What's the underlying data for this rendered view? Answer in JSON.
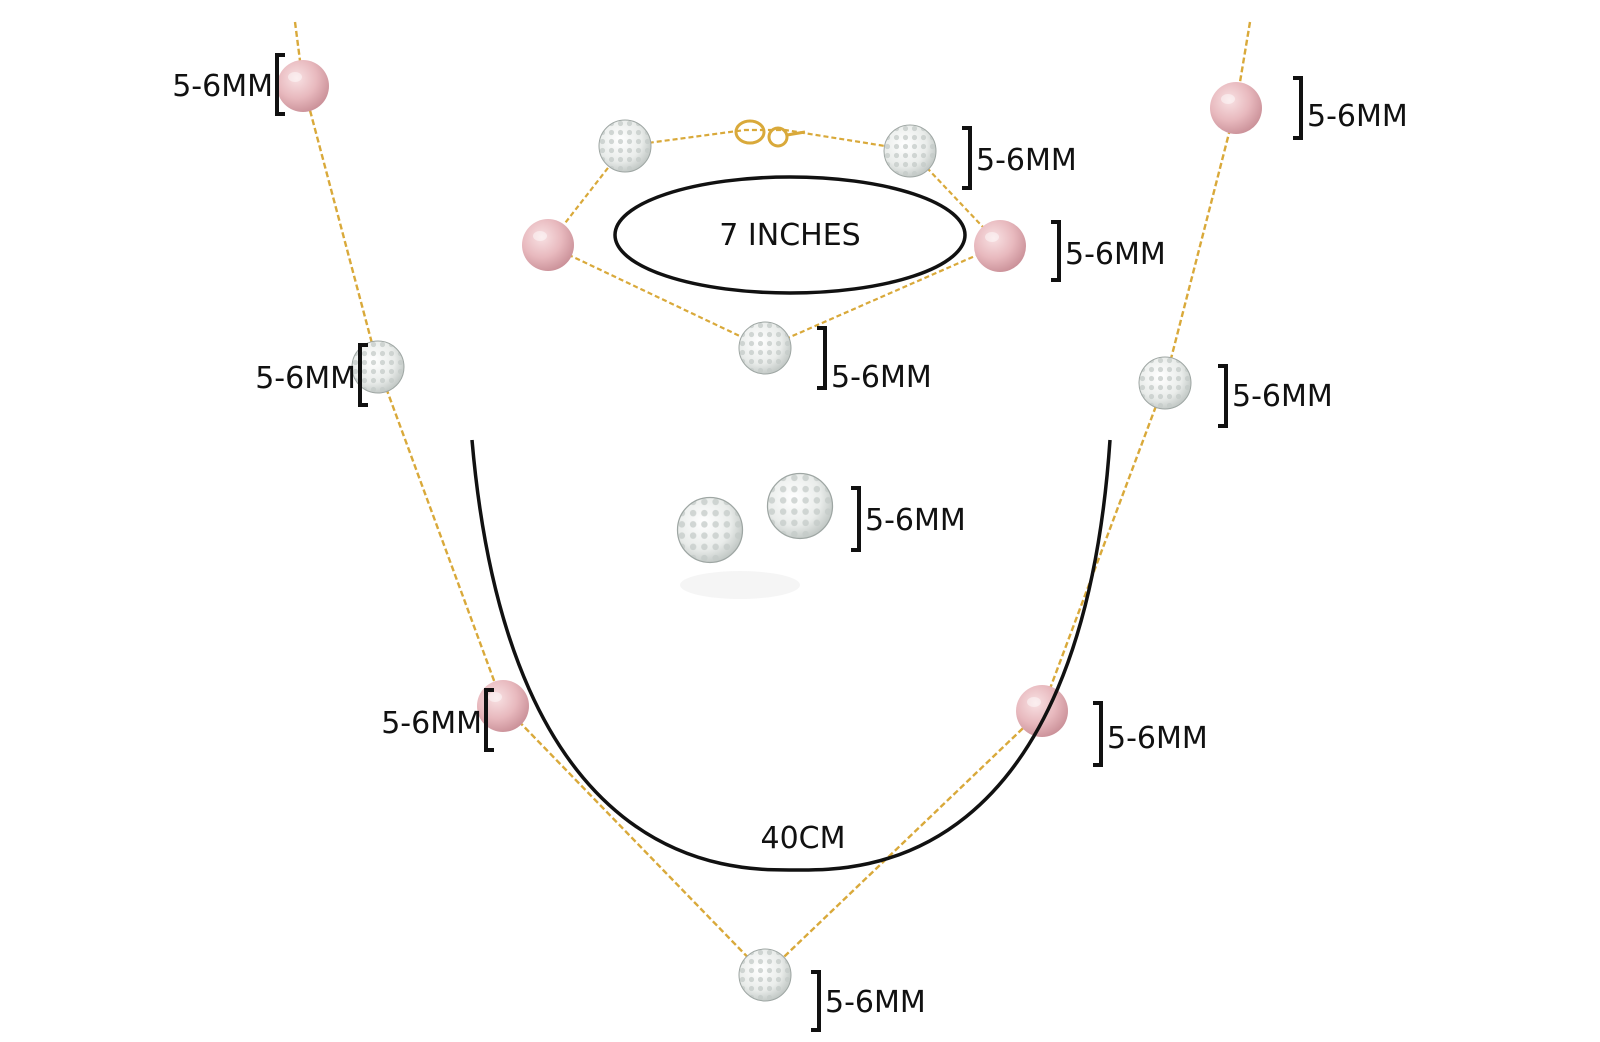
{
  "image": {
    "description_free": true
  },
  "labels": {
    "bracelet_length": "7 INCHES",
    "necklace_length": "40CM",
    "bead_size": "5-6MM"
  },
  "colors": {
    "chain": "#d9a93a",
    "pearl": "#e8b9be",
    "pearl_shade": "#c98f97",
    "crystal": "#eef0ee",
    "crystal_spot": "#b8bfbc",
    "ink": "#111111"
  }
}
